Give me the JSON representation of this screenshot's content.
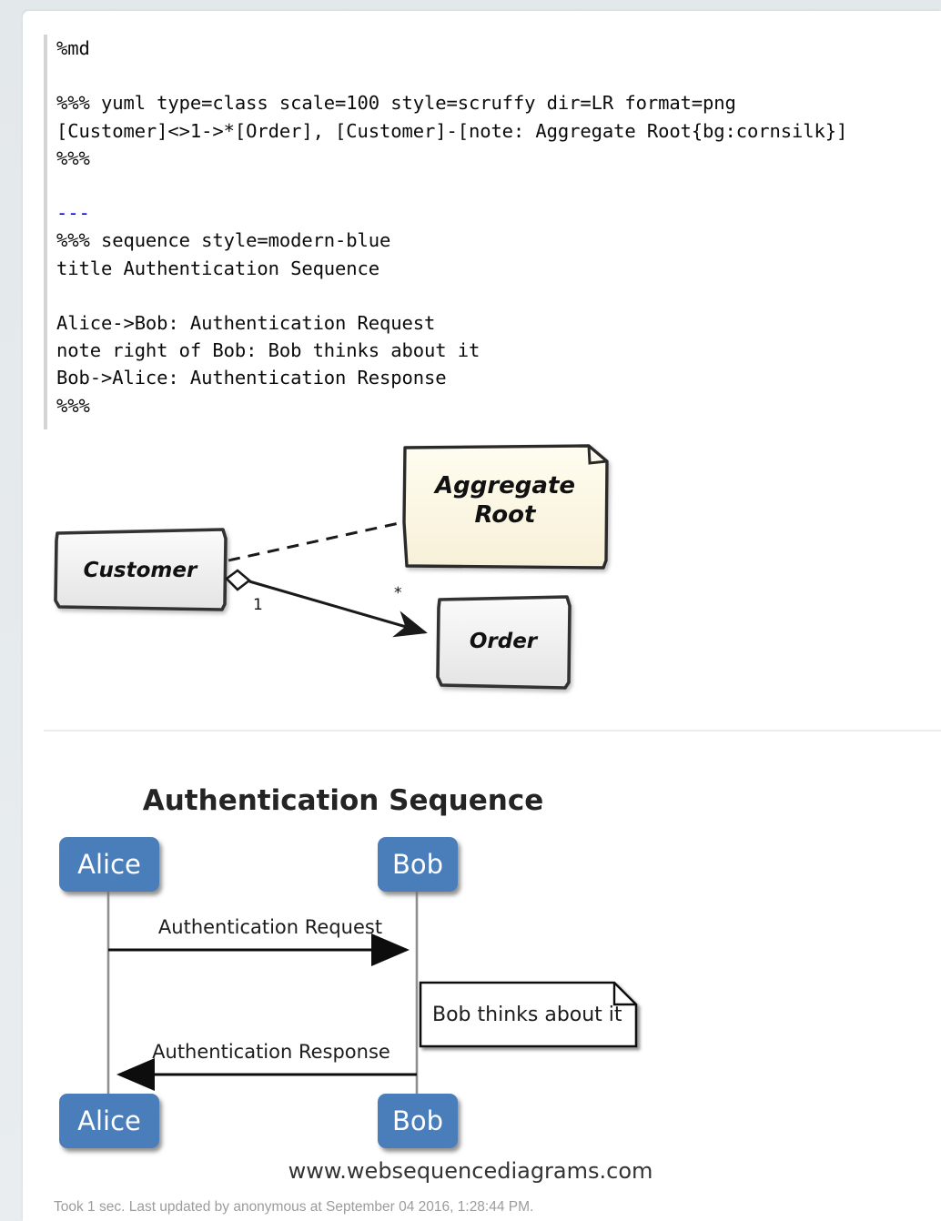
{
  "editor": {
    "language_marker": "%md",
    "lines": [
      {
        "text": "%md",
        "style": "plain"
      },
      {
        "text": "",
        "style": "blank"
      },
      {
        "text": "%%% yuml type=class scale=100 style=scruffy dir=LR format=png",
        "style": "plain"
      },
      {
        "text": "[Customer]<>1->*[Order], [Customer]-[note: Aggregate Root{bg:cornsilk}]",
        "style": "plain"
      },
      {
        "text": "%%%",
        "style": "plain"
      },
      {
        "text": "",
        "style": "blank"
      },
      {
        "text": "---",
        "style": "hr"
      },
      {
        "text": "%%% sequence style=modern-blue",
        "style": "plain"
      },
      {
        "text": "title Authentication Sequence",
        "style": "plain"
      },
      {
        "text": "",
        "style": "blank"
      },
      {
        "text": "Alice->Bob: Authentication Request",
        "style": "plain"
      },
      {
        "text": "note right of Bob: Bob thinks about it",
        "style": "plain"
      },
      {
        "text": "Bob->Alice: Authentication Response",
        "style": "plain"
      },
      {
        "text": "%%%",
        "style": "plain"
      }
    ],
    "hr_color": "#0000ff",
    "text_color": "#0b0b0b",
    "gutter_color": "#d4d4d4"
  },
  "class_diagram": {
    "type": "yuml-class",
    "style": "scruffy",
    "direction": "LR",
    "classes": [
      {
        "name": "Customer",
        "fill": "#eeeeee"
      },
      {
        "name": "Order",
        "fill": "#eeeeee"
      }
    ],
    "note": {
      "line1": "Aggregate",
      "line2": "Root",
      "fill": "#fff8dc",
      "bg_name": "cornsilk"
    },
    "associations": [
      {
        "from": "Customer",
        "to": "Order",
        "source_multiplicity": "1",
        "target_multiplicity": "*",
        "source_decoration": "aggregation-diamond",
        "target_decoration": "arrow"
      },
      {
        "from": "Customer",
        "to": "note",
        "line": "dashed"
      }
    ]
  },
  "sequence_diagram": {
    "type": "websequencediagrams",
    "style": "modern-blue",
    "title": "Authentication Sequence",
    "actors": [
      {
        "name": "Alice",
        "fill": "#4a7ebb"
      },
      {
        "name": "Bob",
        "fill": "#4a7ebb"
      }
    ],
    "messages": [
      {
        "from": "Alice",
        "to": "Bob",
        "label": "Authentication Request",
        "direction": "right"
      },
      {
        "from": "Bob",
        "to": "Alice",
        "label": "Authentication Response",
        "direction": "left"
      }
    ],
    "notes": [
      {
        "anchor": "right of Bob",
        "text": "Bob thinks about it"
      }
    ],
    "watermark": "www.websequencediagrams.com"
  },
  "footer": {
    "status": "Took 1 sec. Last updated by anonymous at September 04 2016, 1:28:44 PM."
  }
}
